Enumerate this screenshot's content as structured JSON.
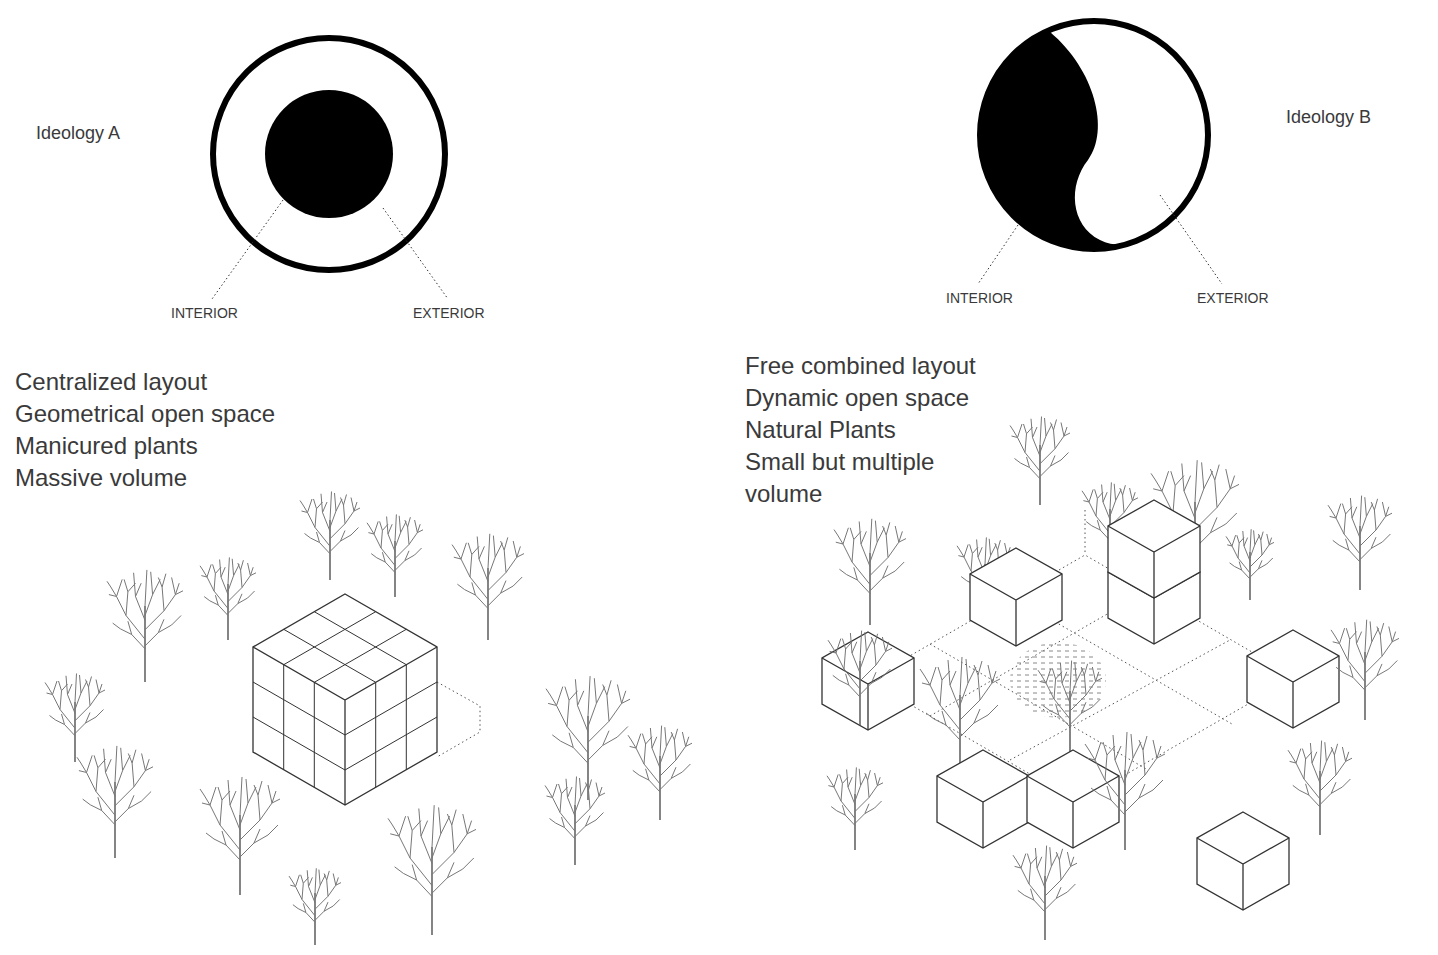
{
  "diagram": {
    "labels": [
      "Ideology A",
      "INTERIOR",
      "EXTERIOR",
      "Centralized layout",
      "Geometrical open space",
      "Manicured plants",
      "Massive volume",
      "Ideology B",
      "INTERIOR",
      "EXTERIOR",
      "Free combined layout",
      "Dynamic open space",
      "Natural Plants",
      "Small but multiple volume"
    ]
  }
}
